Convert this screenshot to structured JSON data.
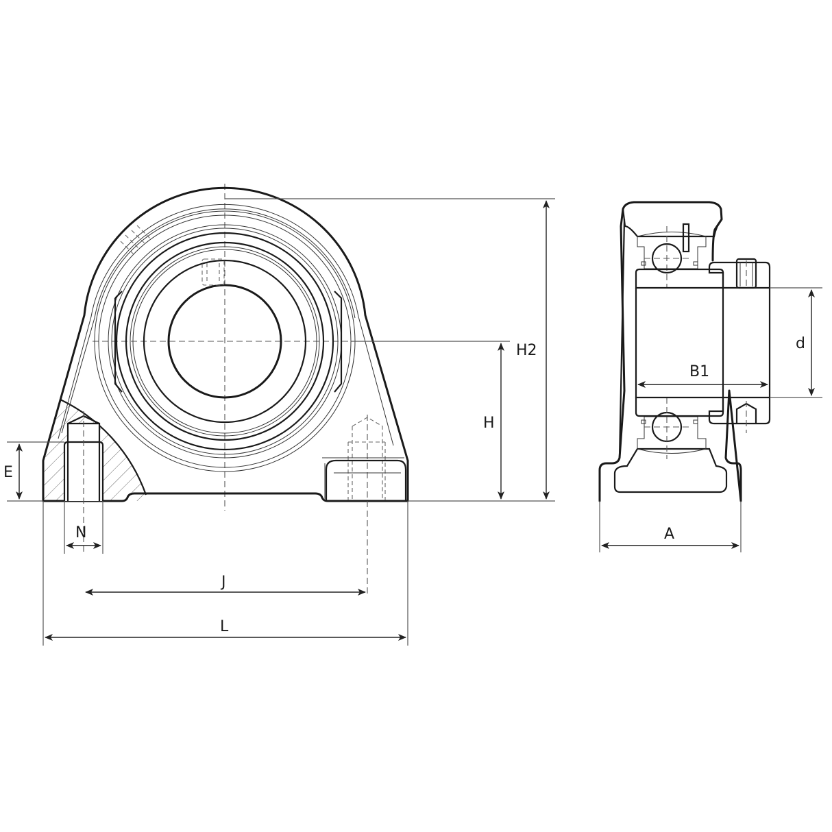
{
  "drawing": {
    "title": "Pillow block bearing unit – dimensional drawing",
    "views": [
      "front-view",
      "side-section-view"
    ],
    "line_color": "#1a1a1a",
    "background": "#ffffff"
  },
  "dimensions": {
    "front": {
      "E": "E",
      "N": "N",
      "J": "J",
      "L": "L",
      "H": "H",
      "H2": "H2"
    },
    "side": {
      "d": "d",
      "B1": "B1",
      "A": "A"
    }
  }
}
